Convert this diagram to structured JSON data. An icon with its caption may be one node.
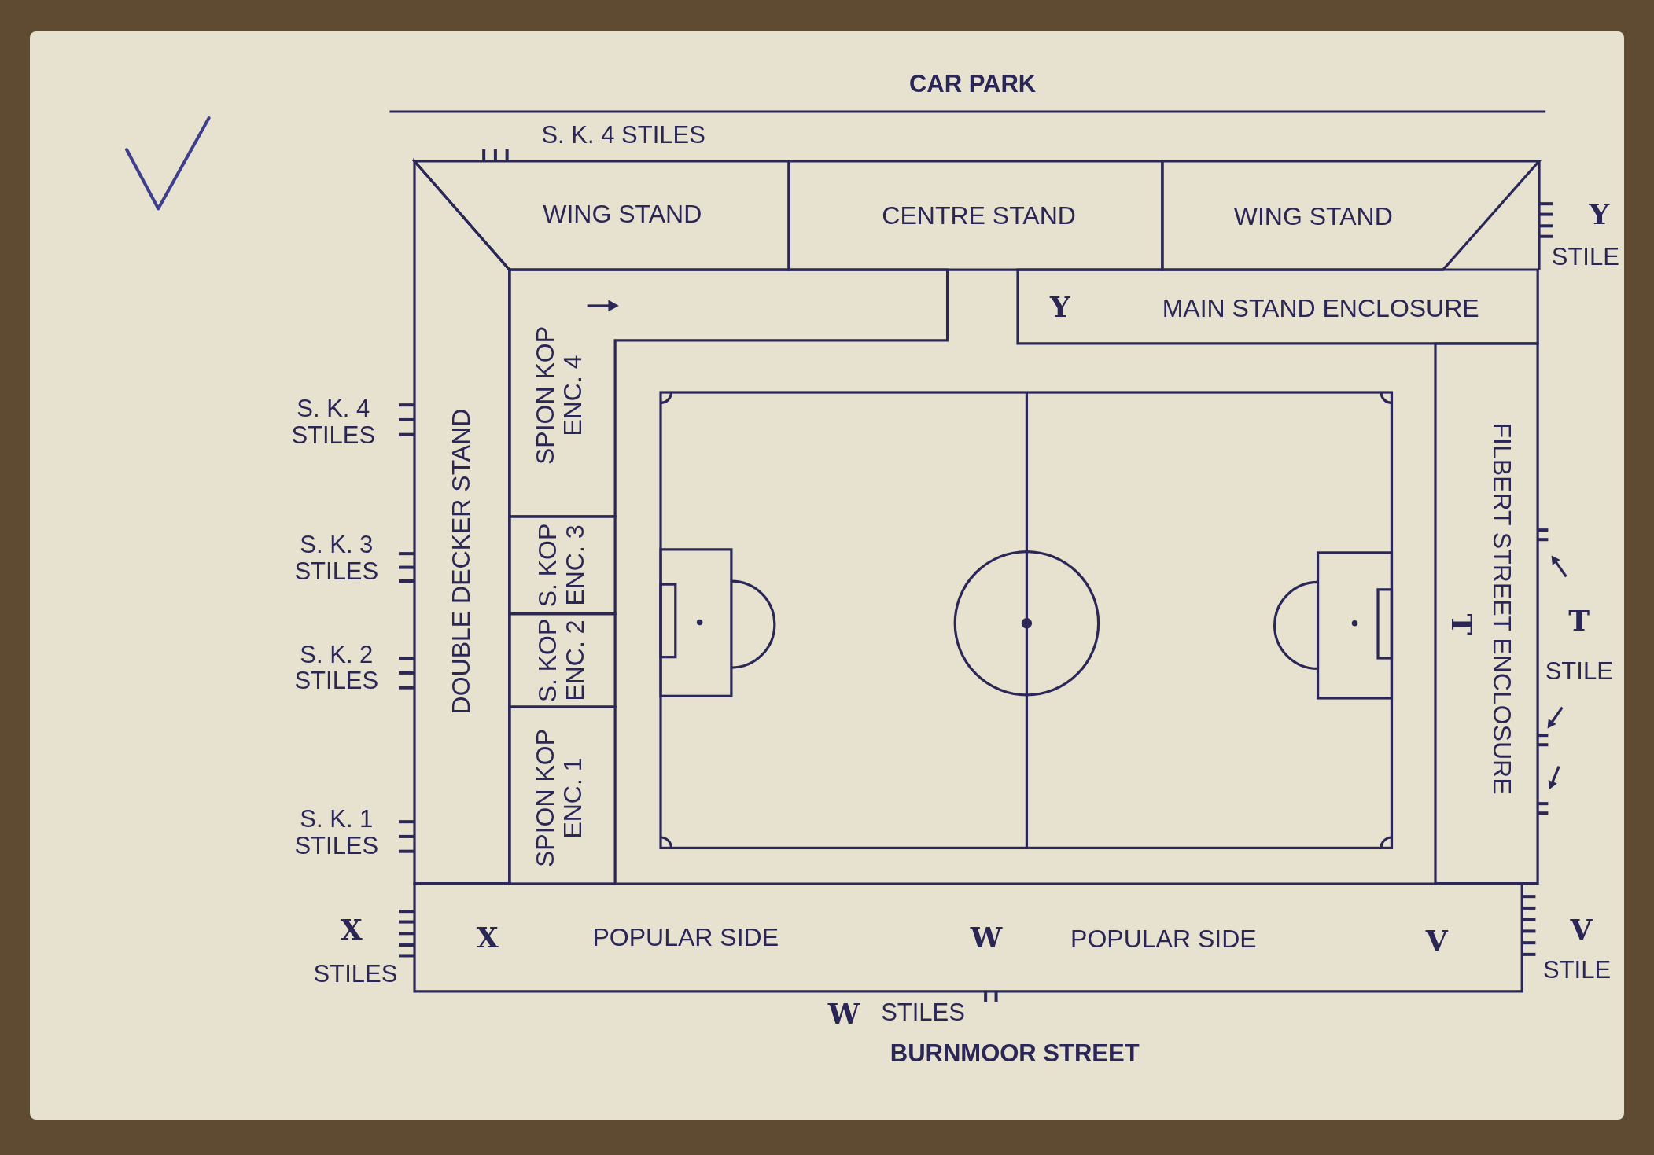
{
  "diagram": {
    "nodes": [
      {
        "text": [
          "WING STAND"
        ]
      },
      {
        "text": [
          "CENTRE STAND"
        ]
      },
      {
        "text": [
          "WING STAND"
        ]
      },
      {
        "text": [
          "Y",
          "MAIN STAND ENCLOSURE"
        ]
      },
      {
        "text": [
          "DOUBLE DECKER STAND"
        ]
      },
      {
        "text": [
          "SPION KOP ENC. 4"
        ]
      },
      {
        "text": [
          "S. KOP ENC. 3"
        ]
      },
      {
        "text": [
          "S. KOP ENC. 2"
        ]
      },
      {
        "text": [
          "SPION KOP ENC. 1"
        ]
      },
      {
        "text": [
          "FILBERT STREET ENCLOSURE",
          "T"
        ]
      },
      {
        "text": [
          "X",
          "POPULAR SIDE",
          "W",
          "POPULAR SIDE",
          "V"
        ]
      }
    ],
    "labels": [
      "CAR PARK",
      "S. K. 4 STILES",
      "Y",
      "STILE",
      "S. K. 4 STILES",
      "S. K. 3 STILES",
      "T",
      "S. K. 2 STILES",
      "STILE",
      "S. K. 1 STILES",
      "X",
      "V",
      "STILES",
      "STILE",
      "W",
      "STILES",
      "BURNMOOR STREET"
    ]
  }
}
